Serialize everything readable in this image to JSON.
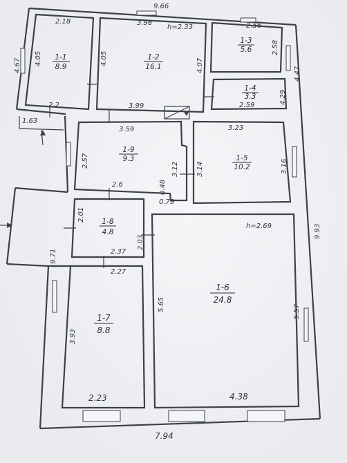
{
  "rooms": [
    {
      "id": "1-1",
      "area": "8.9"
    },
    {
      "id": "1-2",
      "area": "16.1"
    },
    {
      "id": "1-3",
      "area": "5.6"
    },
    {
      "id": "1-4",
      "area": "3.3"
    },
    {
      "id": "1-5",
      "area": "10.2"
    },
    {
      "id": "1-6",
      "area": "24.8"
    },
    {
      "id": "1-7",
      "area": "8.8"
    },
    {
      "id": "1-8",
      "area": "4.8"
    },
    {
      "id": "1-9",
      "area": "9.3"
    }
  ],
  "heights": {
    "top": "h=2.33",
    "right": "h=2.69"
  },
  "dims": {
    "top_total": "9.66",
    "bottom_total": "7.94",
    "right_total": "9.93",
    "left_total": "9.71",
    "left_upper": "4.67",
    "r11_top": "2.18",
    "r11_side": "4.05",
    "r11_bottom": "2.2",
    "r12_top": "3.98",
    "r12_left": "4.05",
    "r12_right": "4.07",
    "r12_bottom": "3.99",
    "r13_top": "2.56",
    "r13_side": "2.58",
    "r14_side": "4.29",
    "r14_bottom": "2.59",
    "right_upper": "4.47",
    "porch": "1.63",
    "r19_top": "3.59",
    "r19_left": "2.57",
    "r19_right": "3.12",
    "r19_bottom": "2.6",
    "r19_a": "0.48",
    "r19_b": "0.79",
    "r15_top": "3.23",
    "r15_left": "3.14",
    "r15_right": "3.16",
    "r18_left": "2.01",
    "r18_right": "2.03",
    "r18_bottom": "2.37",
    "r17_top": "2.27",
    "r17_left": "3.93",
    "r17_bottom": "2.23",
    "r16_left": "5.65",
    "r16_right": "5.57",
    "r16_bottom": "4.38"
  }
}
